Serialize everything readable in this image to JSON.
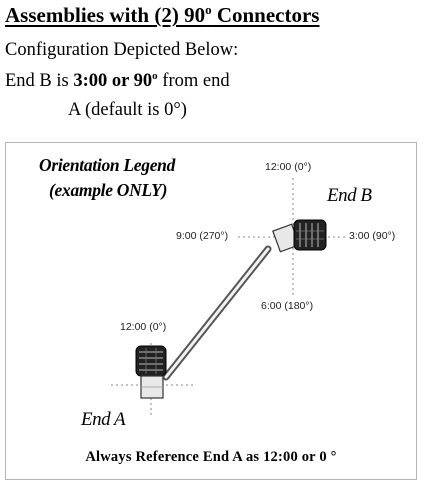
{
  "header": {
    "title_pre": "Assemblies with (2) 90",
    "title_deg": "o",
    "title_post": " Connectors"
  },
  "description": {
    "line1": "Configuration Depicted Below:",
    "line2_pre": "End B is ",
    "line2_bold": "3:00 or 90",
    "line2_deg": "o",
    "line2_post": " from end",
    "line3": "A (default is 0°)"
  },
  "diagram": {
    "legend_line1": "Orientation Legend",
    "legend_line2": "(example ONLY)",
    "end_b": {
      "label": "End B",
      "top": "12:00 (0°)",
      "left": "9:00 (270°)",
      "right": "3:00 (90°)",
      "bottom": "6:00 (180°)"
    },
    "end_a": {
      "label": "End A",
      "top": "12:00 (0°)"
    },
    "footer_note": "Always Reference End A  as  12:00 or 0 °"
  }
}
